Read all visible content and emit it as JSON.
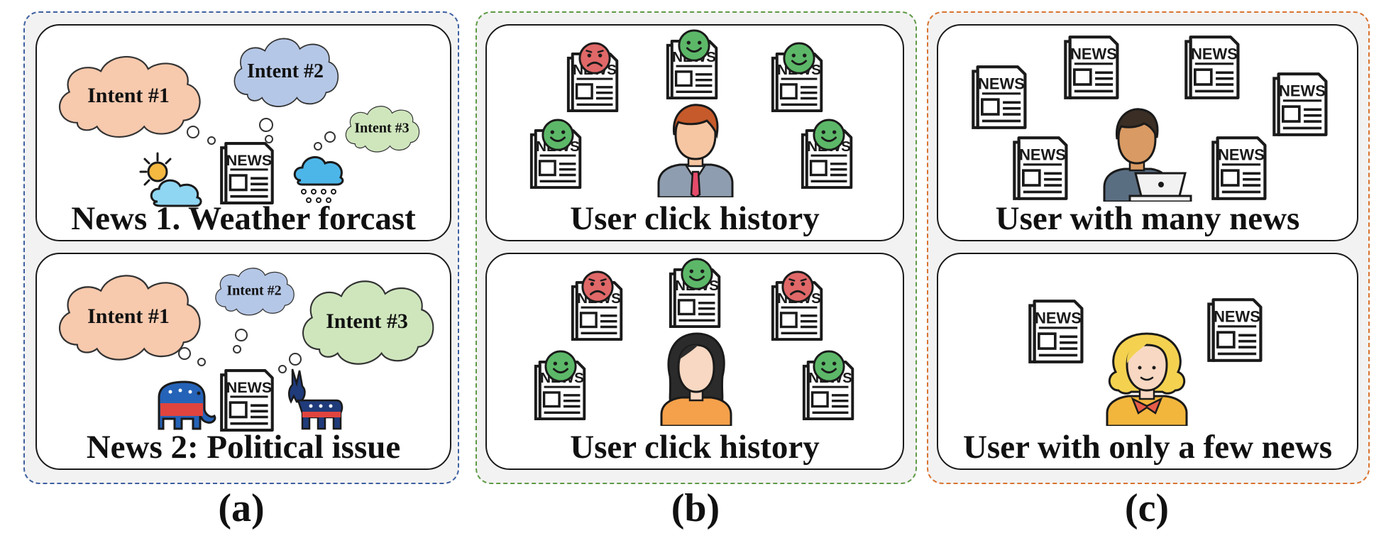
{
  "panels": {
    "a": {
      "label": "(a)",
      "cards": [
        {
          "title": "News 1. Weather forcast",
          "intents": [
            "Intent #1",
            "Intent #2",
            "Intent #3"
          ]
        },
        {
          "title": "News 2: Political issue",
          "intents": [
            "Intent #1",
            "Intent #2",
            "Intent #3"
          ]
        }
      ]
    },
    "b": {
      "label": "(b)",
      "cards": [
        {
          "title": "User click history"
        },
        {
          "title": "User click history"
        }
      ]
    },
    "c": {
      "label": "(c)",
      "cards": [
        {
          "title": "User with many news"
        },
        {
          "title": "User with only a few news"
        }
      ]
    }
  },
  "news_icon_text": "NEWS",
  "colors": {
    "panel_a_border": "#3d5fa0",
    "panel_b_border": "#5e9a46",
    "panel_c_border": "#d9732f",
    "intent_1": "#f7c9ad",
    "intent_2": "#b5c7e6",
    "intent_3": "#cfe6bd",
    "happy_face": "#5cb868",
    "sad_face": "#e06868"
  }
}
